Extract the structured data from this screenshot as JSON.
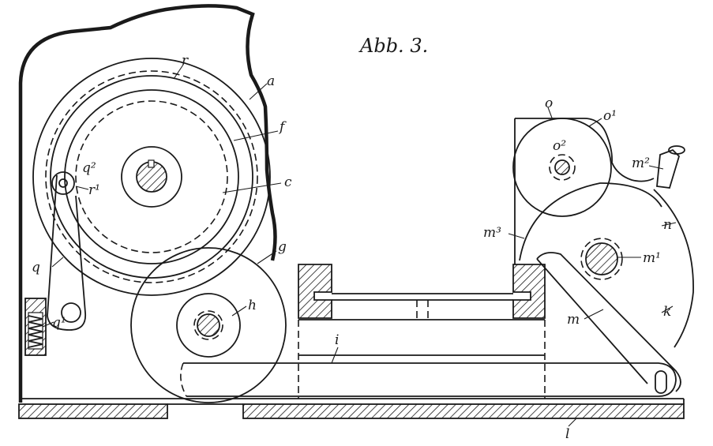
{
  "figure": {
    "title": "Abb. 3.",
    "labels": {
      "a": "a",
      "r": "r",
      "f": "f",
      "c": "c",
      "g": "g",
      "h": "h",
      "q": "q",
      "q1": "q¹",
      "q2": "q²",
      "r1": "r¹",
      "i": "i",
      "l": "l",
      "o": "o",
      "o1": "o¹",
      "o2": "o²",
      "m": "m",
      "m1": "m¹",
      "m2": "m²",
      "m3": "m³",
      "n": "n",
      "k": "k"
    }
  }
}
